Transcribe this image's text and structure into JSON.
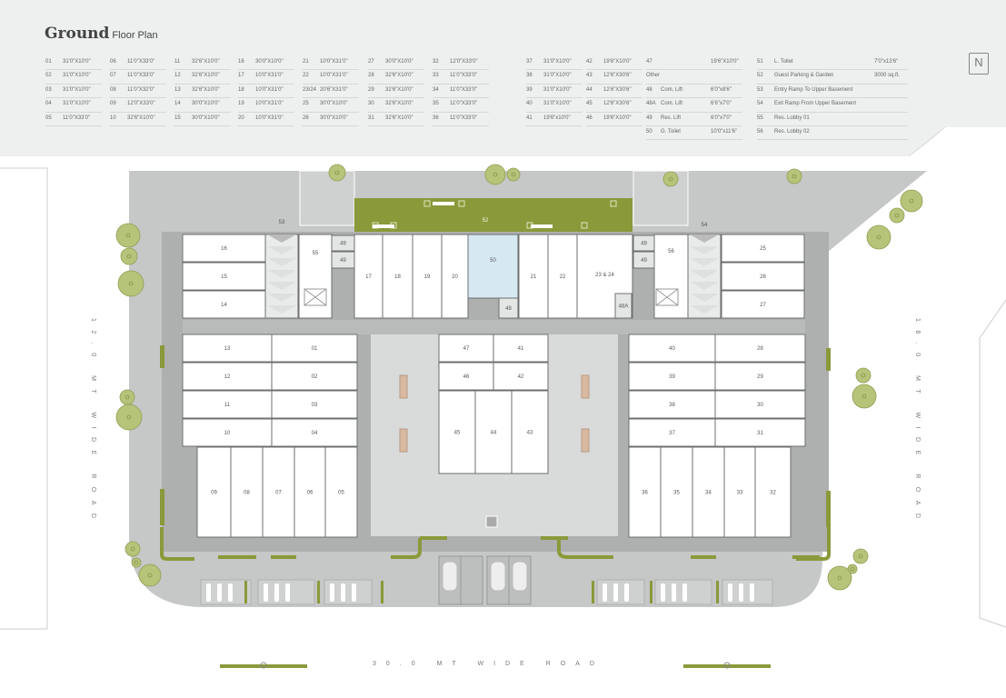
{
  "title": {
    "main": "Ground",
    "sub": "Floor Plan"
  },
  "north_label": "N",
  "legend": {
    "columns": [
      [
        [
          "01",
          "31'0\"X10'0\""
        ],
        [
          "02",
          "31'0\"X10'0\""
        ],
        [
          "03",
          "31'0\"X10'0\""
        ],
        [
          "04",
          "31'0\"X10'0\""
        ],
        [
          "05",
          "11'0\"X33'0\""
        ]
      ],
      [
        [
          "06",
          "11'0\"X33'0\""
        ],
        [
          "07",
          "11'0\"X33'0\""
        ],
        [
          "08",
          "11'0\"X32'0\""
        ],
        [
          "09",
          "12'0\"X33'0\""
        ],
        [
          "10",
          "32'6\"X10'0\""
        ]
      ],
      [
        [
          "11",
          "32'6\"X10'0\""
        ],
        [
          "12",
          "32'6\"X10'0\""
        ],
        [
          "13",
          "32'6\"X10'0\""
        ],
        [
          "14",
          "30'0\"X10'0\""
        ],
        [
          "15",
          "30'0\"X10'0\""
        ]
      ],
      [
        [
          "16",
          "30'0\"X10'0\""
        ],
        [
          "17",
          "10'0\"X31'0\""
        ],
        [
          "18",
          "10'0\"X31'0\""
        ],
        [
          "19",
          "10'0\"X31'0\""
        ],
        [
          "20",
          "10'0\"X31'0\""
        ]
      ],
      [
        [
          "21",
          "10'0\"X31'0\""
        ],
        [
          "22",
          "10'0\"X31'0\""
        ],
        [
          "23/24",
          "20'6\"X31'0\""
        ],
        [
          "25",
          "30'0\"X10'0\""
        ],
        [
          "26",
          "30'0\"X10'0\""
        ]
      ],
      [
        [
          "27",
          "30'0\"X10'0\""
        ],
        [
          "28",
          "32'6\"X10'0\""
        ],
        [
          "29",
          "32'6\"X10'0\""
        ],
        [
          "30",
          "32'6\"X10'0\""
        ],
        [
          "31",
          "32'6\"X10'0\""
        ]
      ],
      [
        [
          "32",
          "12'0\"X33'0\""
        ],
        [
          "33",
          "11'0\"X33'0\""
        ],
        [
          "34",
          "11'0\"X33'0\""
        ],
        [
          "35",
          "11'0\"X33'0\""
        ],
        [
          "36",
          "11'0\"X33'0\""
        ]
      ],
      [
        [
          "37",
          "31'0\"X10'0\""
        ],
        [
          "38",
          "31'0\"X10'0\""
        ],
        [
          "39",
          "31'0\"X10'0\""
        ],
        [
          "40",
          "31'0\"X10'0\""
        ],
        [
          "41",
          "19'6\"x10'0\""
        ]
      ],
      [
        [
          "42",
          "19'6\"X10'0\""
        ],
        [
          "43",
          "12'6\"X30'6\""
        ],
        [
          "44",
          "12'6\"X30'6\""
        ],
        [
          "45",
          "12'6\"X30'6\""
        ],
        [
          "46",
          "19'6\"X10'0\""
        ]
      ]
    ],
    "other_column": [
      [
        "47",
        "",
        "19'6\"X10'0\""
      ],
      [
        "Other",
        "",
        ""
      ],
      [
        "48",
        "Com. Lift",
        "6'0\"x8'6\""
      ],
      [
        "48A",
        "Com. Lift",
        "6'6\"x7'0\""
      ],
      [
        "49",
        "Res. Lift",
        "6'0\"x7'0\""
      ],
      [
        "50",
        "G. Toilet",
        "10'0\"x11'6\""
      ]
    ],
    "named_column": [
      [
        "51",
        "L. Toilet",
        "7'0\"x13'6\""
      ],
      [
        "52",
        "Guest Parking & Garden",
        "3000 sq.ft."
      ],
      [
        "53",
        "Entry Ramp To Upper Basement",
        ""
      ],
      [
        "54",
        "Exit Ramp From Upper Basement",
        ""
      ],
      [
        "55",
        "Res. Lobby 01",
        ""
      ],
      [
        "56",
        "Res. Lobby 02",
        ""
      ]
    ]
  },
  "units": [
    "01",
    "02",
    "03",
    "04",
    "05",
    "06",
    "07",
    "08",
    "09",
    "10",
    "11",
    "12",
    "13",
    "14",
    "15",
    "16",
    "17",
    "18",
    "19",
    "20",
    "21",
    "22",
    "23 & 24",
    "25",
    "26",
    "27",
    "28",
    "29",
    "30",
    "31",
    "32",
    "33",
    "34",
    "35",
    "36",
    "37",
    "38",
    "39",
    "40",
    "41",
    "42",
    "43",
    "44",
    "45",
    "46",
    "47",
    "48",
    "48A",
    "49",
    "49",
    "49",
    "49",
    "50",
    "52",
    "53",
    "54",
    "55",
    "56"
  ],
  "roads": {
    "left": "12.0 MT WIDE ROAD",
    "right": "18.0 MT WIDE ROAD",
    "bottom": "30.0 MT WIDE ROAD"
  },
  "colors": {
    "header": "#eeefef",
    "road": "#c6c7c7",
    "corridor": "#aeafaf",
    "garden": "#8a9a3a",
    "tree": "#b6c47a",
    "toilet": "#d6e8f2",
    "plaza": "#d9dada"
  }
}
